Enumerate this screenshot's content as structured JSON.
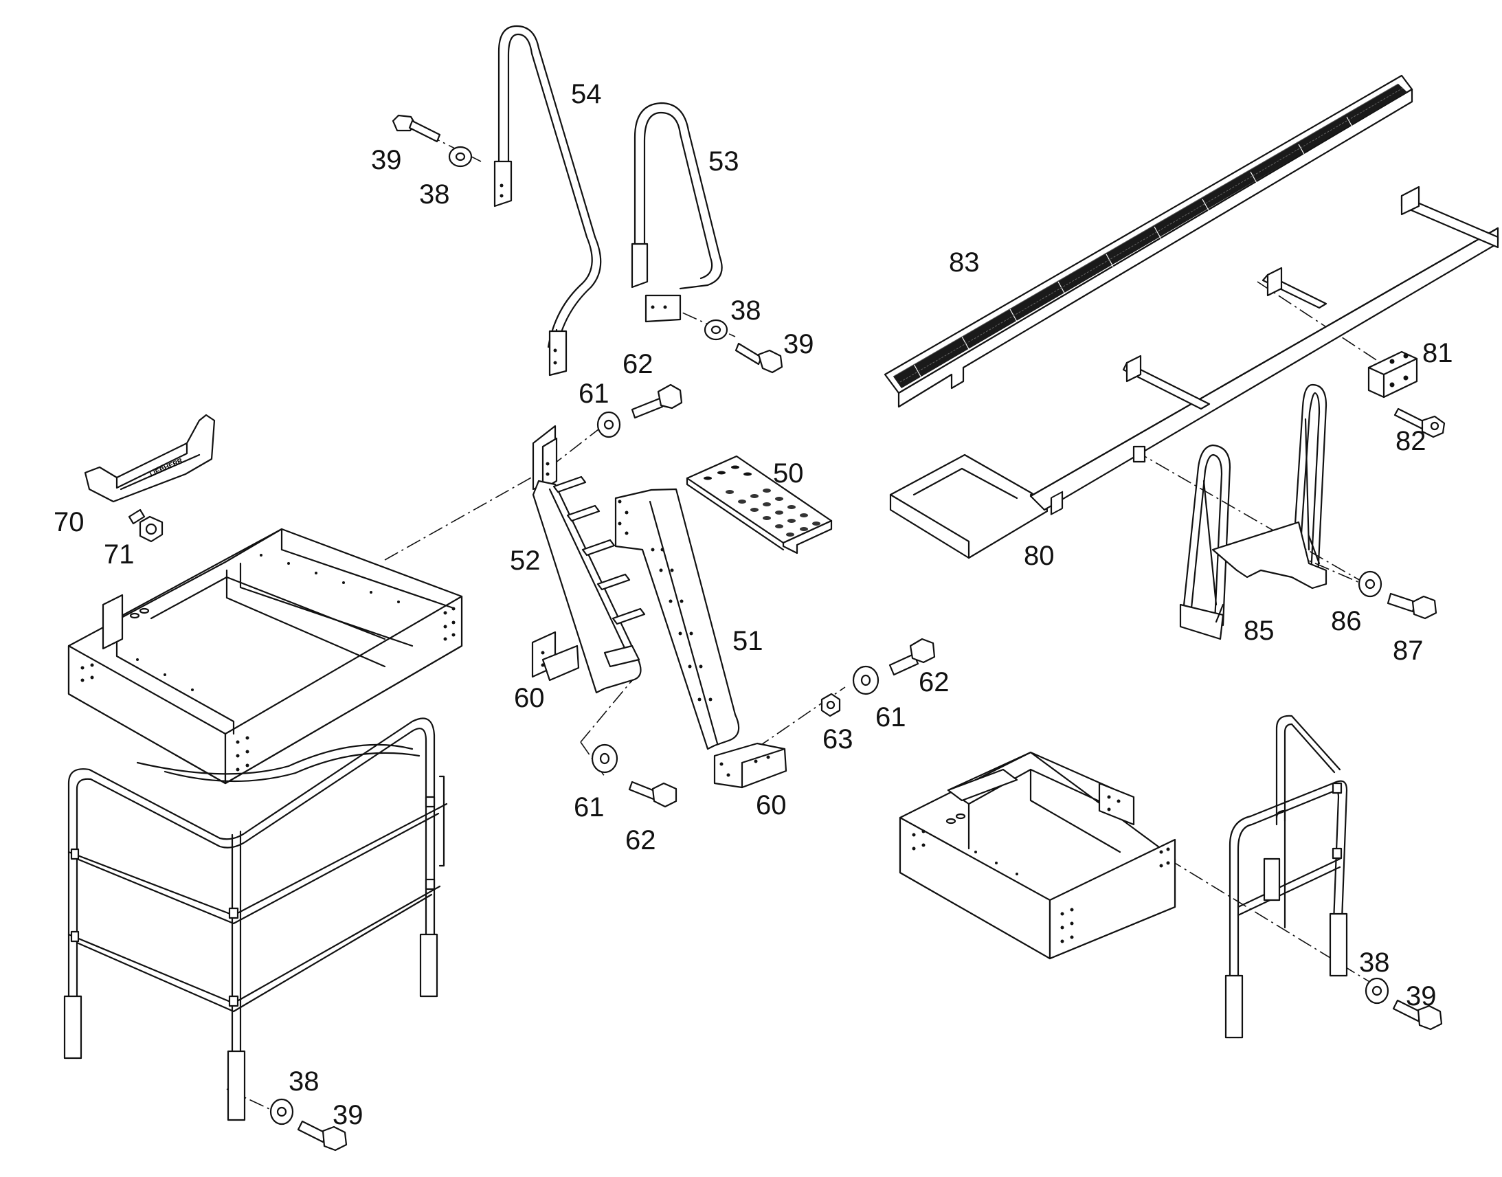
{
  "diagram": {
    "callouts": {
      "c54": "54",
      "c53": "53",
      "c39a": "39",
      "c38a": "38",
      "c38b": "38",
      "c39b": "39",
      "c62a": "62",
      "c61a": "61",
      "c83": "83",
      "c81": "81",
      "c82": "82",
      "c50": "50",
      "c70": "70",
      "c71": "71",
      "c52": "52",
      "c80": "80",
      "c51": "51",
      "c85": "85",
      "c86": "86",
      "c87": "87",
      "c60a": "60",
      "c62b": "62",
      "c63": "63",
      "c61b": "61",
      "c61c": "61",
      "c62c": "62",
      "c60b": "60",
      "c38c": "38",
      "c39c": "39",
      "c38d": "38",
      "c39d": "39"
    },
    "plate_lettering": "LIEBHERR"
  }
}
